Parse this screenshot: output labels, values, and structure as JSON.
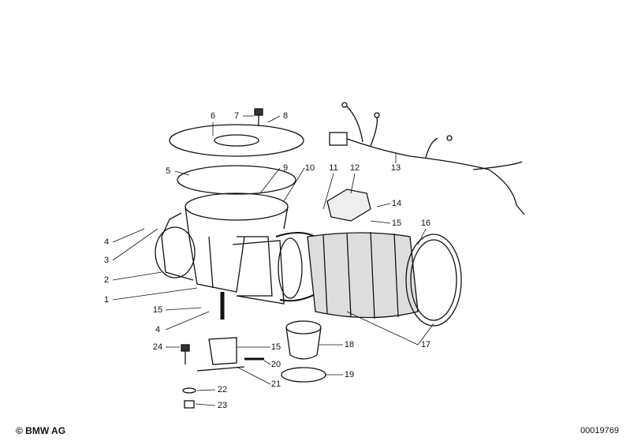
{
  "callouts": [
    {
      "num": "6"
    },
    {
      "num": "7"
    },
    {
      "num": "8"
    },
    {
      "num": "5"
    },
    {
      "num": "9"
    },
    {
      "num": "10"
    },
    {
      "num": "11"
    },
    {
      "num": "12"
    },
    {
      "num": "13"
    },
    {
      "num": "14"
    },
    {
      "num": "15"
    },
    {
      "num": "16"
    },
    {
      "num": "4"
    },
    {
      "num": "3"
    },
    {
      "num": "2"
    },
    {
      "num": "1"
    },
    {
      "num": "15"
    },
    {
      "num": "4"
    },
    {
      "num": "24"
    },
    {
      "num": "15"
    },
    {
      "num": "18"
    },
    {
      "num": "20"
    },
    {
      "num": "19"
    },
    {
      "num": "21"
    },
    {
      "num": "22"
    },
    {
      "num": "23"
    },
    {
      "num": "17"
    }
  ],
  "footer": {
    "copyright": "© BMW AG",
    "diagram_id": "00019769"
  }
}
